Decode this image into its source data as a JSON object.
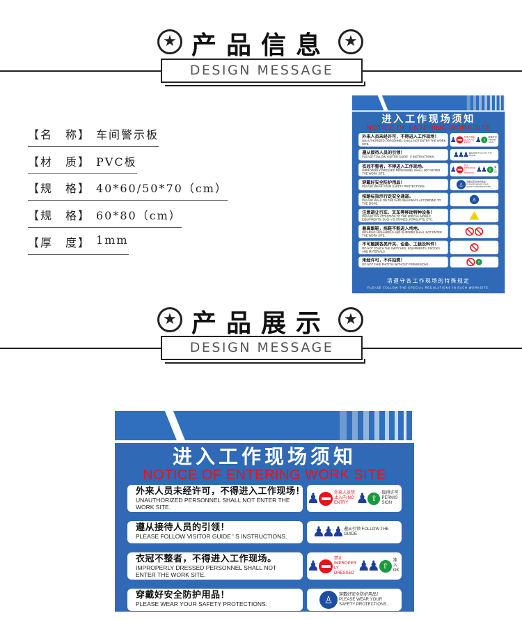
{
  "section1": {
    "title": "产品信息",
    "banner": "DESIGN MESSAGE"
  },
  "section2": {
    "title": "产品展示",
    "banner": "DESIGN MESSAGE"
  },
  "specs": [
    {
      "key": "【名　称】",
      "value": "车间警示板"
    },
    {
      "key": "【材　质】",
      "value": "PVC板"
    },
    {
      "key": "【规　格】",
      "value": "40*60/50*70（cm）"
    },
    {
      "key": "【规　格】",
      "value": "60*80（cm）"
    },
    {
      "key": "【厚　度】",
      "value": "1mm"
    }
  ],
  "sign": {
    "title": "进入工作现场须知",
    "subtitle": "NOTICE OF ENTERING WORK SITE",
    "footer_cn": "请遵守各工作现场的特殊规定",
    "footer_en": "PLEASE FOLLOW THE SPECIAL REGULATIONS IN EACH WORKSITE.",
    "colors": {
      "background": "#3069b5",
      "subtitle": "#e3141c",
      "go": "#1a9a3a"
    },
    "rows": [
      {
        "cn": "外来人员未经许可，不得进入工作现场！",
        "en": "UNAUTHORIZED PERSONNEL SHALL NOT ENTER THE WORK SITE.",
        "icons": [
          {
            "type": "person"
          },
          {
            "type": "noentry"
          },
          {
            "type": "label",
            "red": true,
            "text": "外来人员禁止入内 NO ENTRY"
          },
          {
            "type": "person"
          },
          {
            "type": "go"
          },
          {
            "type": "label",
            "text": "取得许可 PERMISSION"
          }
        ]
      },
      {
        "cn": "遵从接待人员的引领！",
        "en": "PLEASE FOLLOW VISITOR GUIDE ' S INSTRUCTIONS.",
        "icons": [
          {
            "type": "person"
          },
          {
            "type": "person"
          },
          {
            "type": "person"
          },
          {
            "type": "label",
            "text": "遵从引领 FOLLOW THE GUIDE"
          }
        ]
      },
      {
        "cn": "衣冠不整者，不得进入工作现场。",
        "en": "IMPROPERLY DRESSED PERSONNEL SHALL NOT ENTER THE WORK SITE.",
        "icons": [
          {
            "type": "person"
          },
          {
            "type": "noentry"
          },
          {
            "type": "label",
            "red": true,
            "text": "禁止 IMPROPERLY DRESSED"
          },
          {
            "type": "person"
          },
          {
            "type": "person"
          },
          {
            "type": "go"
          },
          {
            "type": "label",
            "text": "准入 OK"
          }
        ]
      },
      {
        "cn": "穿戴好安全防护用品！",
        "en": "PLEASE WEAR YOUR SAFETY PROTECTIONS.",
        "icons": [
          {
            "type": "mand"
          },
          {
            "type": "label",
            "text": "穿戴好安全防护用品！ PLEASE WEAR YOUR SAFETY PROTECTIONS."
          }
        ]
      },
      {
        "cn": "按路标指示行走安全通道。",
        "en": "PLEASE WALK ON THE SAFE WALKWAYS ACCORDING TO THE SIGNS.",
        "icons": [
          {
            "type": "mand"
          }
        ]
      },
      {
        "cn": "注意避让行车、叉车等移动特种设备！",
        "en": "PLEASE PAY ATTENTION TO THE SPECIAL MOBILE EQUIPMENTS, SUCH AS CRANES, FORKLIFTS, ETC.",
        "icons": [
          {
            "type": "warn"
          }
        ]
      },
      {
        "cn": "着高跟鞋，拖鞋不能进入场地。",
        "en": "WEARING HIGH-HEELS AND SLIPPERS SHALL NOT ENTER THE WORK SITE.",
        "icons": [
          {
            "type": "prohib"
          },
          {
            "type": "prohib"
          }
        ]
      },
      {
        "cn": "不可触摸各类开关、设备、工装及料件！",
        "en": "DO NOT TOUCH THE SWITCHES, EQUIPMENTS, FROCKS AND MATERIALS.",
        "icons": [
          {
            "type": "prohib"
          }
        ]
      },
      {
        "cn": "未经许可，不许拍照！",
        "en": "DO NOT TAKE PHOTOS WITHOUT PERMISSIONS.",
        "icons": [
          {
            "type": "prohib"
          },
          {
            "type": "go"
          }
        ]
      }
    ]
  }
}
